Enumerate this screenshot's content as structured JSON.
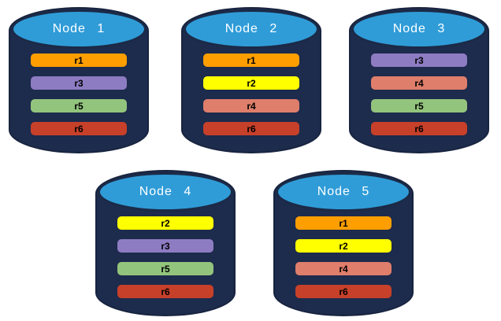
{
  "diagram": {
    "description": "Five database node cylinders showing replica placement",
    "colors": {
      "cylinder_body": "#1D2B4C",
      "cylinder_outline": "#18243F",
      "ellipse_fill": "#2F9CD8",
      "ellipse_border": "#1B2A47",
      "title_text": "#FFFFFF",
      "bar_text": "#000000"
    },
    "replica_colors": {
      "r1": "#FF9E00",
      "r2": "#FFFF00",
      "r3": "#8E7CC3",
      "r4": "#DF7E6B",
      "r5": "#93C47D",
      "r6": "#C7402A"
    },
    "nodes": [
      {
        "label": "Node 1",
        "replicas": [
          "r1",
          "r3",
          "r5",
          "r6"
        ]
      },
      {
        "label": "Node 2",
        "replicas": [
          "r1",
          "r2",
          "r4",
          "r6"
        ]
      },
      {
        "label": "Node 3",
        "replicas": [
          "r3",
          "r4",
          "r5",
          "r6"
        ]
      },
      {
        "label": "Node 4",
        "replicas": [
          "r2",
          "r3",
          "r5",
          "r6"
        ]
      },
      {
        "label": "Node 5",
        "replicas": [
          "r1",
          "r2",
          "r4",
          "r6"
        ]
      }
    ]
  }
}
